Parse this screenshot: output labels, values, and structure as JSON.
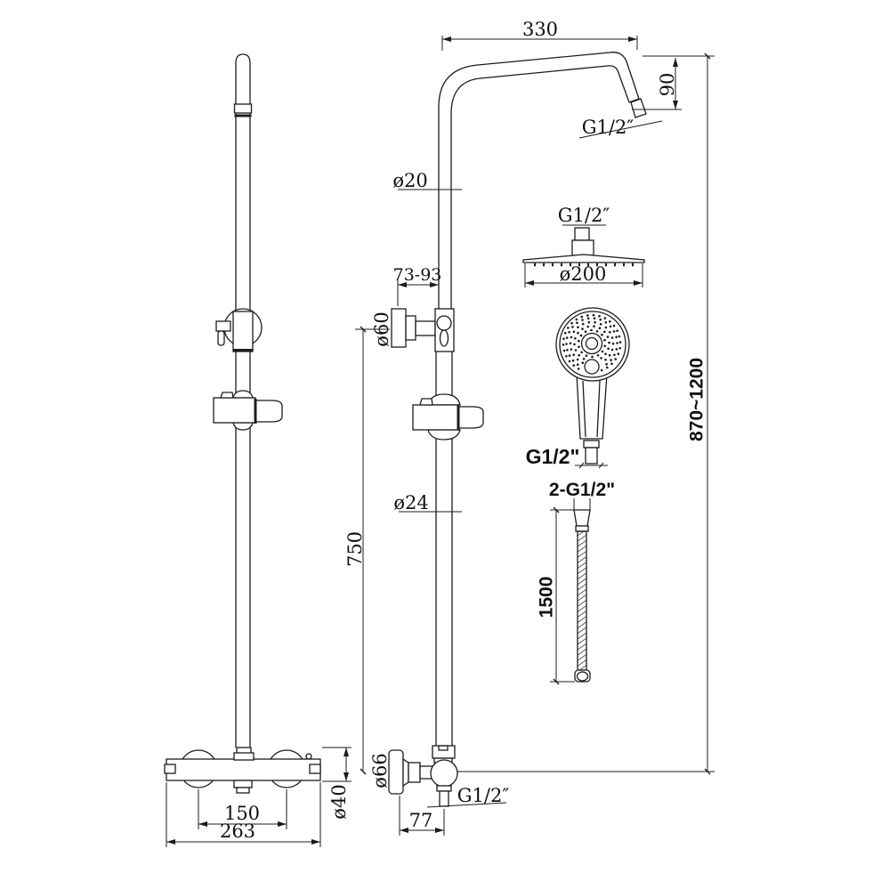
{
  "drawing": {
    "front_view": {
      "arm_length": "330",
      "arm_drop": "90",
      "arm_thread": "G1/2″",
      "upper_pipe_dia": "ø20",
      "bracket_adjust": "73-93",
      "bracket_flange_dia": "ø60",
      "lower_pipe_dia": "ø24",
      "lower_pipe_len": "750",
      "height_range": "870~1200",
      "inlet_flange_dia": "ø66",
      "inlet_offset": "77",
      "inlet_thread": "G1/2″"
    },
    "side_view": {
      "outlet_spacing": "150",
      "valve_width": "263",
      "valve_body_dia": "ø40"
    },
    "details": {
      "rain_head_thread": "G1/2″",
      "rain_head_dia": "ø200",
      "hand_shower_thread": "G1/2\"",
      "hose_threads": "2-G1/2\"",
      "hose_length": "1500"
    }
  }
}
